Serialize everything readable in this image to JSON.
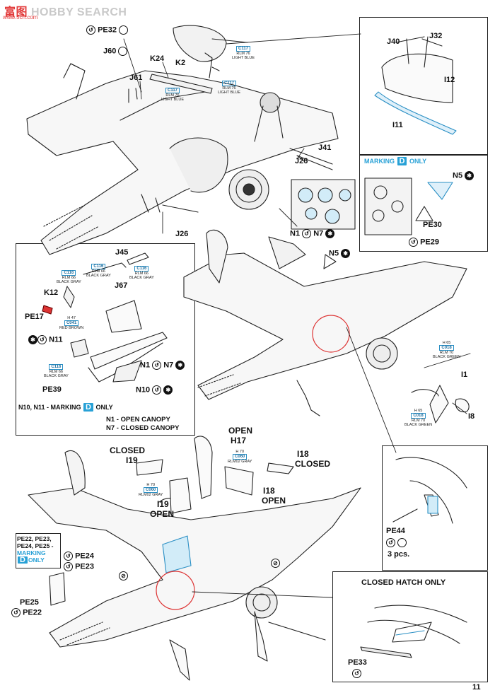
{
  "watermark": {
    "prefix": "富",
    "icon": "图",
    "site": "HOBBY SEARCH",
    "url": "www.5ch.com"
  },
  "page_number": "11",
  "callouts": {
    "pe32": "PE32",
    "j60": "J60",
    "k24": "K24",
    "k2": "K2",
    "j61": "J61",
    "j41": "J41",
    "j26a": "J26",
    "j26b": "J26",
    "j40": "J40",
    "j32": "J32",
    "i12": "I12",
    "i11": "I11",
    "n5a": "N5",
    "pe30": "PE30",
    "pe29": "PE29",
    "n1": "N1",
    "n7": "N7",
    "n5b": "N5",
    "j45": "J45",
    "j67": "J67",
    "k12": "K12",
    "pe17": "PE17",
    "n11": "N11",
    "n1b": "N1",
    "n7b": "N7",
    "pe39": "PE39",
    "n10": "N10",
    "i1": "I1",
    "i8": "I8",
    "open_top": "OPEN",
    "h17": "H17",
    "closed_i19": "CLOSED",
    "i19a": "I19",
    "i18a": "I18",
    "closed_i18": "CLOSED",
    "i18b": "I18",
    "open_i18": "OPEN",
    "i19b": "I19",
    "open_i19": "OPEN",
    "pe24": "PE24",
    "pe23": "PE23",
    "pe25": "PE25",
    "pe22": "PE22",
    "pe44": "PE44",
    "pcs": "3 pcs.",
    "pe33": "PE33"
  },
  "color_callouts": {
    "c117a": {
      "code": "C117",
      "line1": "RLM 76",
      "line2": "LIGHT BLUE"
    },
    "c117b": {
      "code": "C117",
      "line1": "RLM 76",
      "line2": "LIGHT BLUE"
    },
    "c117c": {
      "code": "C117",
      "line1": "RLM 76",
      "line2": "LIGHT BLUE"
    },
    "c116a": {
      "code": "C116",
      "line1": "RLM 66",
      "line2": "BLACK GRAY"
    },
    "c116b": {
      "code": "C116",
      "line1": "RLM 66",
      "line2": "BLACK GRAY"
    },
    "c116c": {
      "code": "C116",
      "line1": "RLM 66",
      "line2": "BLACK GRAY"
    },
    "c116d": {
      "code": "C116",
      "line1": "RLM 66",
      "line2": "BLACK GRAY"
    },
    "c041": {
      "code": "C041",
      "pre": "H 47",
      "line2": "RED BROWN"
    },
    "c018a": {
      "code": "C018",
      "pre": "H 65",
      "line1": "RLM 70",
      "line2": "BLACK GREEN"
    },
    "c018b": {
      "code": "C018",
      "pre": "H 65",
      "line1": "RLM 70",
      "line2": "BLACK GREEN"
    },
    "c060a": {
      "code": "C060",
      "pre": "H 70",
      "line1": "RLM02 GRAY"
    },
    "c060b": {
      "code": "C060",
      "pre": "H 70",
      "line1": "RLM02 GRAY"
    }
  },
  "marking_panels": {
    "top_right": {
      "prefix": "MARKING",
      "letter": "D",
      "suffix": "ONLY"
    },
    "left": {
      "prefix": "N10, N11 - MARKING",
      "letter": "D",
      "suffix": "ONLY"
    },
    "bottom_left": {
      "line1": "PE22, PE23,",
      "line2": "PE24, PE25 -",
      "line3": "MARKING",
      "letter": "D",
      "suffix": "ONLY"
    }
  },
  "canopy_legend": {
    "line1": "N1  -  OPEN CANOPY",
    "line2": "N7  -  CLOSED CANOPY"
  },
  "closed_hatch_title": "CLOSED HATCH ONLY",
  "glyphs": {
    "cement": "↺",
    "no_cement": "✱",
    "remove": "⊘"
  }
}
